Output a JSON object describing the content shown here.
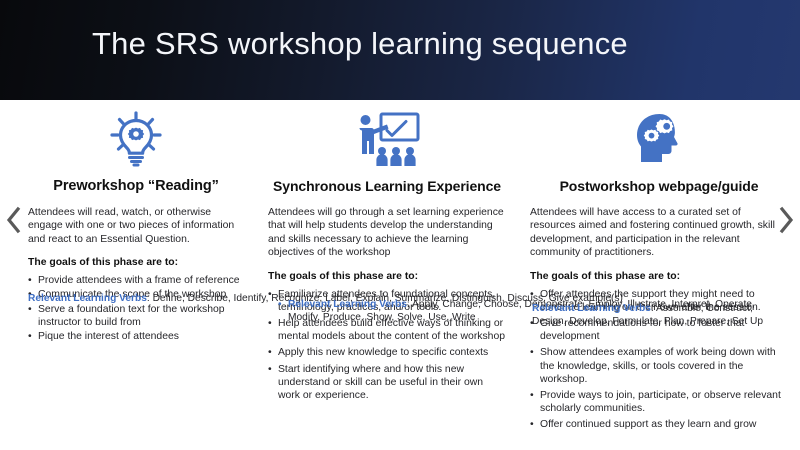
{
  "header": {
    "title": "The SRS workshop learning sequence",
    "gradient_start": "#08090c",
    "gradient_end": "#24386f"
  },
  "nav": {
    "prev_label": "Previous slide",
    "next_label": "Next slide",
    "prev_icon": "chevron-left-icon",
    "next_icon": "chevron-right-icon"
  },
  "theme": {
    "accent_blue": "#4472C4",
    "verbs_label_blue": "#3f6fc4",
    "body_text": "#26262a",
    "background": "#ffffff"
  },
  "goals_label": "The goals of this phase are to:",
  "columns": [
    {
      "icon": "lightbulb-gear-icon",
      "heading": "Preworkshop “Reading”",
      "intro": "Attendees will read, watch, or otherwise engage with one or two pieces of information and react to an Essential Question.",
      "goals_label": "The goals of this phase are to:",
      "goals": [
        "Provide attendees with a frame of reference",
        "Communicate the scope of the workshop",
        "Serve a foundation text for the workshop instructor to build from",
        "Pique the interest of attendees"
      ],
      "verbs_label": "Relevant Learning Verbs",
      "verbs_separator": ": ",
      "verbs_text": "Define, Describe, Identify, Recognize, Label, Explain, Summarize, Distinguish, Discuss, Give example(s)",
      "verbs_bulleted": false
    },
    {
      "icon": "presenter-whiteboard-audience-icon",
      "heading": "Synchronous Learning Experience",
      "intro": "Attendees will go through a set learning experience that will help students develop the understanding and skills necessary to achieve the learning objectives of the workshop",
      "goals_label": "The goals of this phase are to:",
      "goals": [
        "Familiarize attendees to foundational concepts, terminology, practices, and/or tools.",
        "Help attendees build effective ways of thinking  or mental models about the content of the workshop",
        "Apply this new knowledge to specific contexts",
        "Start identifying where and how this new understand or skill can be useful in their own work or experience."
      ],
      "verbs_label": "Relevant Learning Verbs",
      "verbs_separator": ": ",
      "verbs_text": "Apply, Change, Choose, Demonstrate, Employ, Illustrate, Interpret, Operate, Modify, Produce, Show, Solve, Use, Write",
      "verbs_bulleted": true
    },
    {
      "icon": "head-gears-icon",
      "heading": "Postworkshop webpage/guide",
      "intro": "Attendees will have access to a curated set of resources aimed and fostering continued growth, skill development, and participation in the relevant community of practitioners.",
      "goals_label": "The goals of this phase are to:",
      "goals": [
        "Offer attendees the support they might need to continue learning on their own after the session.",
        "Give recommendations  for how to foster that development",
        "Show attendees examples of work being down with the knowledge, skills, or tools covered in the workshop.",
        "Provide ways to join, participate, or observe relevant scholarly communities.",
        "Offer continued support as they learn and grow"
      ],
      "verbs_label": "Relevant Learning Verbs",
      "verbs_separator": ": ",
      "verbs_text": "Assemble, Construct, Design, Develop, Formulate, Plan, Prepare, Set Up",
      "verbs_bulleted": false
    }
  ]
}
